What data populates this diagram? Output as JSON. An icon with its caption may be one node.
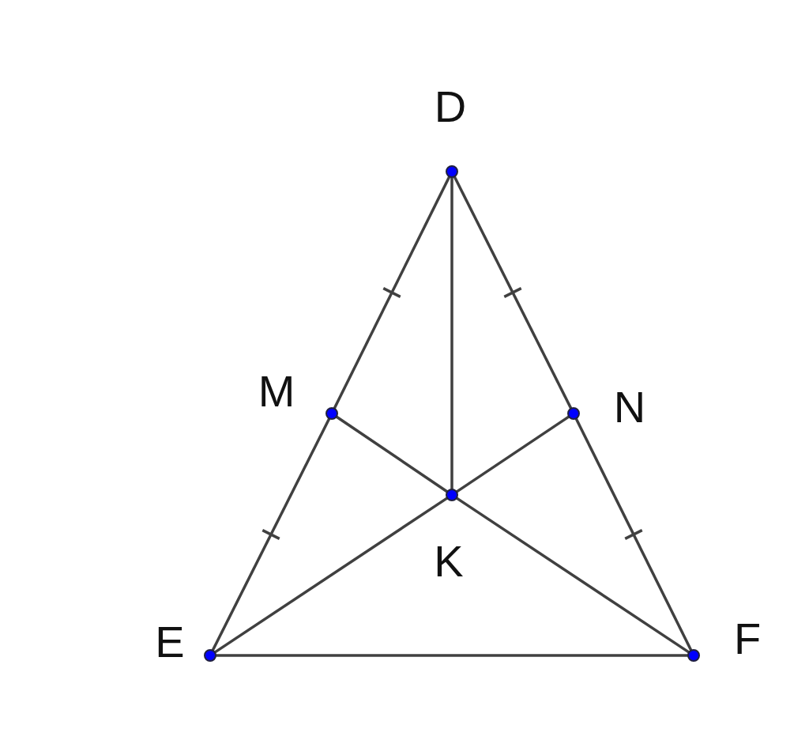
{
  "diagram": {
    "nodes": [
      {
        "text": [],
        "shape": "circle",
        "beside": [
          "D"
        ]
      },
      {
        "text": [],
        "shape": "circle",
        "beside": [
          "M"
        ]
      },
      {
        "text": [],
        "shape": "circle",
        "beside": [
          "N"
        ]
      },
      {
        "text": [],
        "shape": "circle",
        "beside": [
          "K"
        ]
      },
      {
        "text": [],
        "shape": "circle",
        "beside": [
          "E"
        ]
      },
      {
        "text": [],
        "shape": "circle",
        "beside": [
          "F"
        ]
      }
    ],
    "edges": [
      {
        "from": 0,
        "to": 1,
        "arrow": "none"
      },
      {
        "from": 1,
        "to": 4,
        "arrow": "none"
      },
      {
        "from": 0,
        "to": 2,
        "arrow": "none"
      },
      {
        "from": 2,
        "to": 5,
        "arrow": "none"
      },
      {
        "from": 0,
        "to": 3,
        "arrow": "none"
      },
      {
        "from": 1,
        "to": 3,
        "arrow": "none"
      },
      {
        "from": 2,
        "to": 3,
        "arrow": "none"
      },
      {
        "from": 4,
        "to": 3,
        "arrow": "none"
      },
      {
        "from": 3,
        "to": 5,
        "arrow": "none"
      },
      {
        "from": 4,
        "to": 5,
        "arrow": "none"
      }
    ]
  }
}
